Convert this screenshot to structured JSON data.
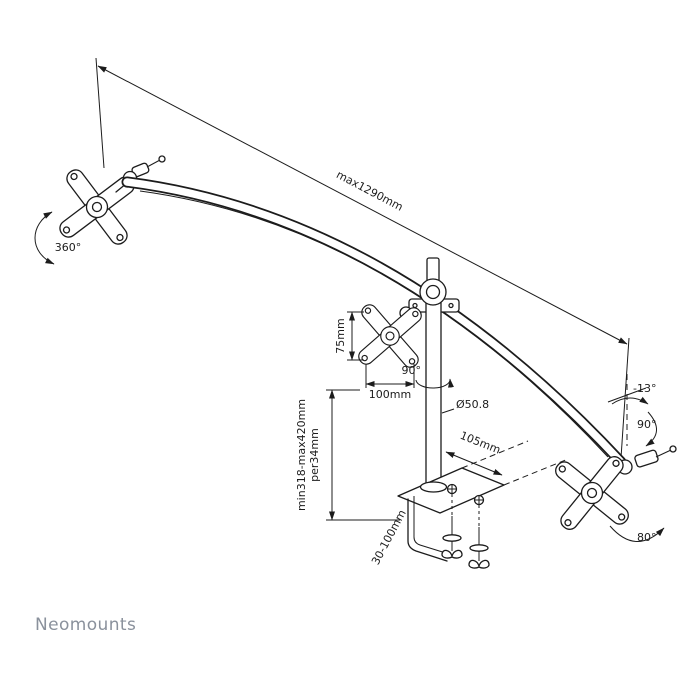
{
  "brand": "Neomounts",
  "dimensions": {
    "max_width": "max1290mm",
    "vesa_height": "75mm",
    "vesa_width": "100mm",
    "pole_diameter": "Ø50.8",
    "clamp_depth": "105mm",
    "height_range": "min318-max420mm",
    "height_step": "per34mm",
    "clamp_thickness": "30-100mm"
  },
  "angles": {
    "left_rotation": "360°",
    "pole_rotation": "90°",
    "right_tilt_min": "-13°",
    "right_tilt_max": "90°",
    "right_rotation": "80°"
  }
}
